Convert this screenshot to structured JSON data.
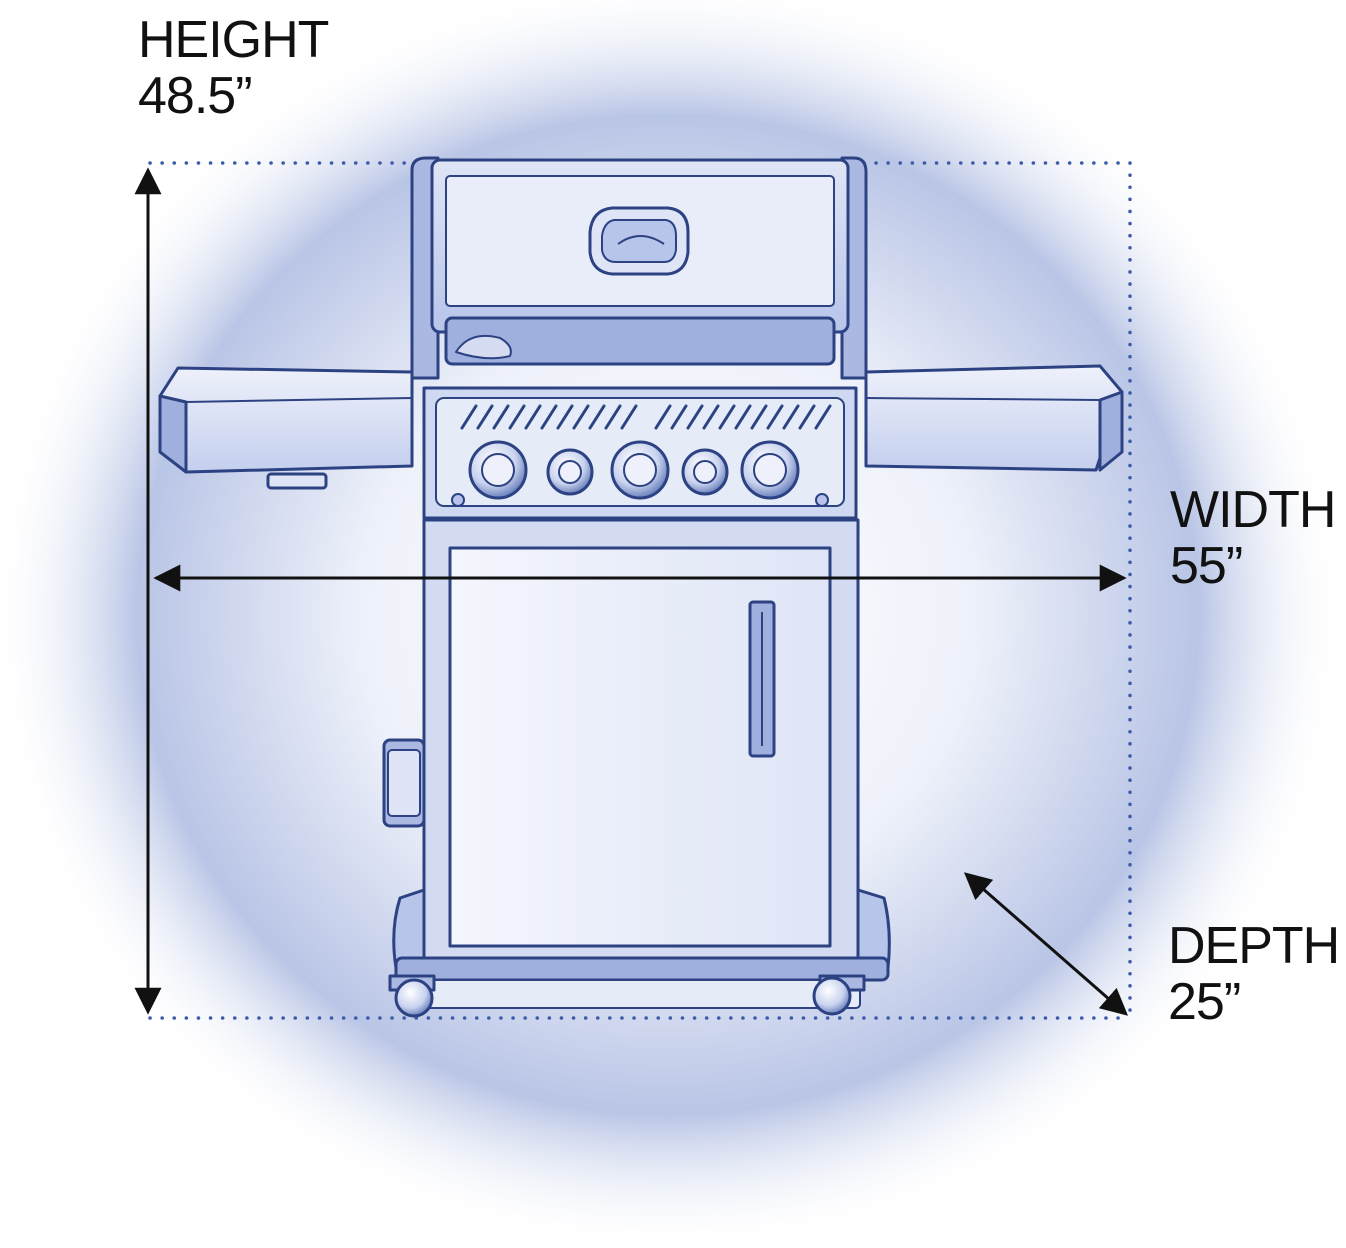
{
  "dimensions": {
    "height": {
      "name": "HEIGHT",
      "value": "48.5”"
    },
    "width": {
      "name": "WIDTH",
      "value": "55”"
    },
    "depth": {
      "name": "DEPTH",
      "value": "25”"
    }
  },
  "colors": {
    "glow": "#aebce2",
    "line_dark": "#2c4282",
    "line_mid": "#4a63a8",
    "fill_light": "#e6ebf8",
    "fill_mid": "#c7d2ee",
    "dots": "#3b5aa8",
    "arrow": "#111111"
  },
  "grill": {
    "main_knobs": 3,
    "small_knobs": 2,
    "vent_slots": 22
  }
}
